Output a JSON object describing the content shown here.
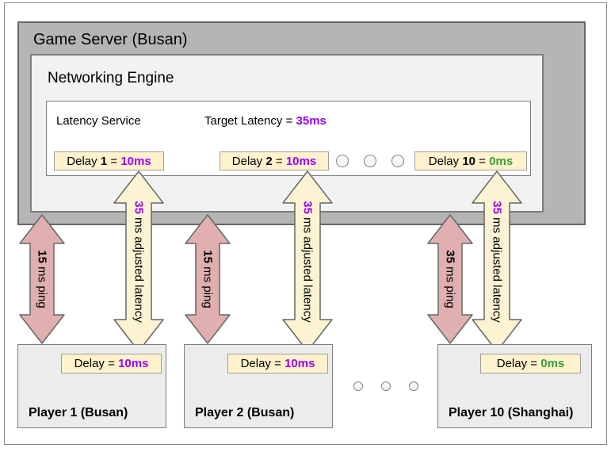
{
  "colors": {
    "purple": "#9900ff",
    "green": "#3c9c3c",
    "black": "#000000",
    "server_bg": "#b5b5b5",
    "engine_bg": "#f2f2f2",
    "latency_bg": "#ffffff",
    "player_bg": "#ececec",
    "chip_bg": "#fff2cc",
    "pink_arrow": "#e0b0b0",
    "yellow_arrow": "#fcf3d3"
  },
  "server": {
    "title": "Game Server (Busan)"
  },
  "engine": {
    "title": "Networking Engine"
  },
  "latency_service": {
    "title": "Latency Service",
    "target_label": "Target Latency",
    "eq": "=",
    "target_value": "35ms",
    "delays": [
      {
        "label": "Delay",
        "num": "1",
        "eq": "=",
        "value": "10ms",
        "value_color": "#9900ff"
      },
      {
        "label": "Delay",
        "num": "2",
        "eq": "=",
        "value": "10ms",
        "value_color": "#9900ff"
      },
      {
        "label": "Delay",
        "num": "10",
        "eq": "=",
        "value": "0ms",
        "value_color": "#3c9c3c"
      }
    ]
  },
  "arrows": [
    {
      "value": "15",
      "rest": " ms ping",
      "value_color": "#000000"
    },
    {
      "value": "35",
      "rest": " ms adjusted latency",
      "value_color": "#9900ff"
    },
    {
      "value": "15",
      "rest": " ms ping",
      "value_color": "#000000"
    },
    {
      "value": "35",
      "rest": " ms adjusted latency",
      "value_color": "#9900ff"
    },
    {
      "value": "35",
      "rest": " ms ping",
      "value_color": "#000000"
    },
    {
      "value": "35",
      "rest": " ms adjusted latency",
      "value_color": "#9900ff"
    }
  ],
  "players": [
    {
      "name": "Player 1 (Busan)",
      "delay_label": "Delay",
      "eq": "=",
      "delay_value": "10ms",
      "value_color": "#9900ff"
    },
    {
      "name": "Player 2 (Busan)",
      "delay_label": "Delay",
      "eq": "=",
      "delay_value": "10ms",
      "value_color": "#9900ff"
    },
    {
      "name": "Player 10 (Shanghai)",
      "delay_label": "Delay",
      "eq": "=",
      "delay_value": "0ms",
      "value_color": "#3c9c3c"
    }
  ]
}
